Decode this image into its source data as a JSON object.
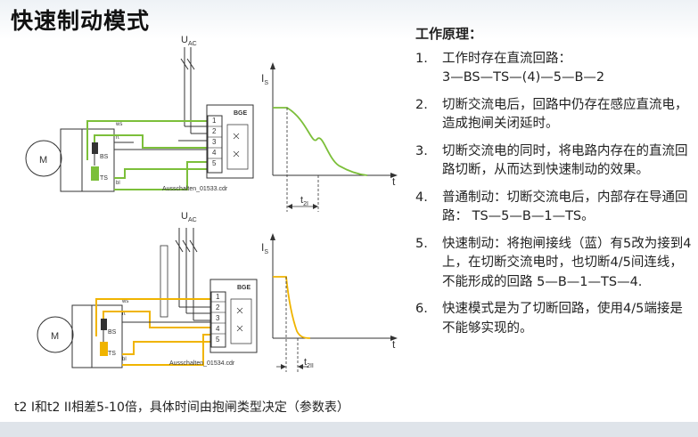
{
  "title": "快速制动模式",
  "principle": {
    "heading": "工作原理：",
    "items": [
      {
        "num": "1.",
        "text": "工作时存在直流回路：",
        "sub": "3—BS—TS—(4)—5—B—2"
      },
      {
        "num": "2.",
        "text": "切断交流电后，回路中仍存在感应直流电，造成抱闸关闭延时。",
        "sub": ""
      },
      {
        "num": "3.",
        "text": "切断交流电的同时，将电路内存在的直流回路切断，从而达到快速制动的效果。",
        "sub": ""
      },
      {
        "num": "4.",
        "text": "普通制动：切断交流电后，内部存在导通回路：  TS—5—B—1—TS。",
        "sub": ""
      },
      {
        "num": "5.",
        "text": "快速制动：将抱闸接线（蓝）有5改为接到4上，在切断交流电时，也切断4/5间连线，不能形成的回路  5—B—1—TS—4.",
        "sub": ""
      },
      {
        "num": "6.",
        "text": "快速模式是为了切断回路，使用4/5端接是不能够实现的。",
        "sub": ""
      }
    ]
  },
  "note": "t2 I和t2 II相差5-10倍，具体时间由抱闸类型决定（参数表）",
  "diagram_top": {
    "supply": "U",
    "supply_sub": "AC",
    "motor": "M",
    "brake_coil": "BS",
    "temp_sensor": "TS",
    "wire_labels": [
      "ws",
      "rt",
      "bl"
    ],
    "module": "BGE",
    "terminals": [
      "1",
      "2",
      "3",
      "4",
      "5"
    ],
    "caption": "Ausschalten_01533.cdr",
    "y_axis": "I",
    "y_axis_sub": "S",
    "x_axis": "t",
    "delay": "t",
    "delay_sub": "2I"
  },
  "diagram_bottom": {
    "supply": "U",
    "supply_sub": "AC",
    "motor": "M",
    "brake_coil": "BS",
    "temp_sensor": "TS",
    "wire_labels": [
      "ws",
      "rt",
      "bl"
    ],
    "module": "BGE",
    "terminals": [
      "1",
      "2",
      "3",
      "4",
      "5"
    ],
    "caption": "Ausschalten_01534.cdr",
    "y_axis": "I",
    "y_axis_sub": "S",
    "x_axis": "t",
    "delay": "t",
    "delay_sub": "2II"
  },
  "colors": {
    "top_circuit": "#7cbf3a",
    "bottom_circuit": "#f0b400",
    "line": "#333333"
  }
}
